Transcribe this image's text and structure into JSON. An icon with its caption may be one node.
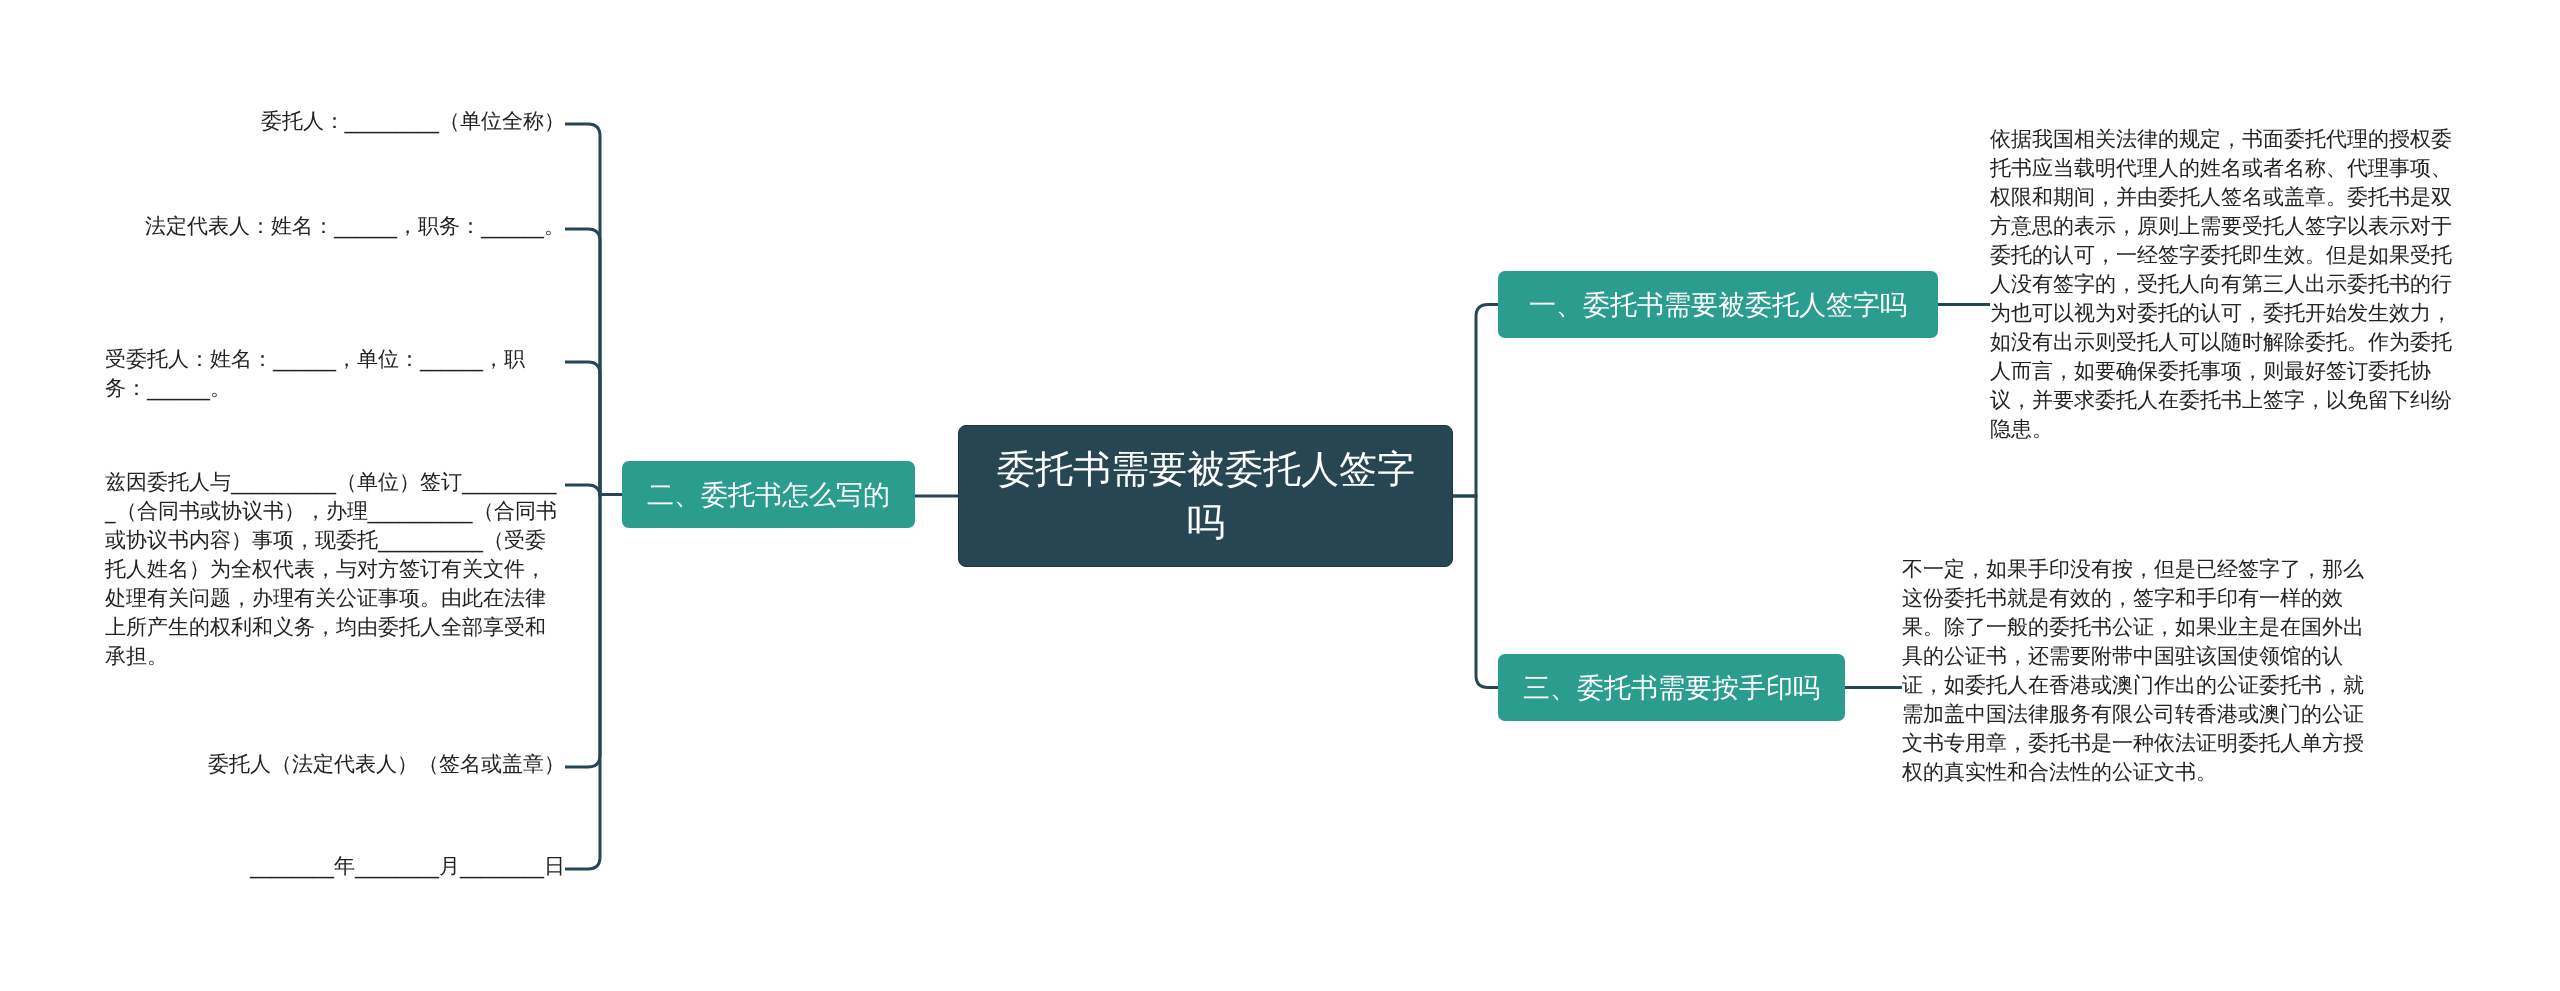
{
  "diagram": {
    "nodes": [
      {
        "text": [
          "委托书需要被委托人签字吗"
        ]
      },
      {
        "text": [
          "一、委托书需要被委托人签字吗"
        ]
      },
      {
        "text": [
          "依据我国相关法律的规定，书面委托代理的授权委托书应当载明代理人的姓名或者名称、代理事项、权限和期间，并由委托人签名或盖章。委托书是双方意思的表示，原则上需要受托人签字以表示对于委托的认可，一经签字委托即生效。但是如果受托人没有签字的，受托人向有第三人出示委托书的行为也可以视为对委托的认可，委托开始发生效力，如没有出示则受托人可以随时解除委托。作为委托人而言，如要确保委托事项，则最好签订委托协议，并要求委托人在委托书上签字，以免留下纠纷隐患。"
        ]
      },
      {
        "text": [
          "三、委托书需要按手印吗"
        ]
      },
      {
        "text": [
          "不一定，如果手印没有按，但是已经签字了，那么这份委托书就是有效的，签字和手印有一样的效果。除了一般的委托书公证，如果业主是在国外出具的公证书，还需要附带中国驻该国使领馆的认证，如委托人在香港或澳门作出的公证委托书，就需加盖中国法律服务有限公司转香港或澳门的公证文书专用章，委托书是一种依法证明委托人单方授权的真实性和合法性的公证文书。"
        ]
      },
      {
        "text": [
          "二、委托书怎么写的"
        ]
      },
      {
        "text": [
          "委托人：_________（单位全称）"
        ]
      },
      {
        "text": [
          "法定代表人：姓名：______，职务：______。"
        ]
      },
      {
        "text": [
          "受委托人：姓名：______，单位：______，职务：______。"
        ]
      },
      {
        "text": [
          "兹因委托人与__________（单位）签订__________（合同书或协议书），办理__________（合同书或协议书内容）事项，现委托__________（受委托人姓名）为全权代表，与对方签订有关文件，处理有关问题，办理有关公证事项。由此在法律上所产生的权利和义务，均由委托人全部享受和承担。"
        ]
      },
      {
        "text": [
          "委托人（法定代表人）（签名或盖章）"
        ]
      },
      {
        "text": [
          "________年________月________日"
        ]
      }
    ],
    "edges": [
      {
        "from": 0,
        "to": 1,
        "arrow": "none"
      },
      {
        "from": 1,
        "to": 2,
        "arrow": "none"
      },
      {
        "from": 0,
        "to": 3,
        "arrow": "none"
      },
      {
        "from": 3,
        "to": 4,
        "arrow": "none"
      },
      {
        "from": 0,
        "to": 5,
        "arrow": "none"
      },
      {
        "from": 5,
        "to": 6,
        "arrow": "none"
      },
      {
        "from": 5,
        "to": 7,
        "arrow": "none"
      },
      {
        "from": 5,
        "to": 8,
        "arrow": "none"
      },
      {
        "from": 5,
        "to": 9,
        "arrow": "none"
      },
      {
        "from": 5,
        "to": 10,
        "arrow": "none"
      },
      {
        "from": 5,
        "to": 11,
        "arrow": "none"
      }
    ]
  }
}
